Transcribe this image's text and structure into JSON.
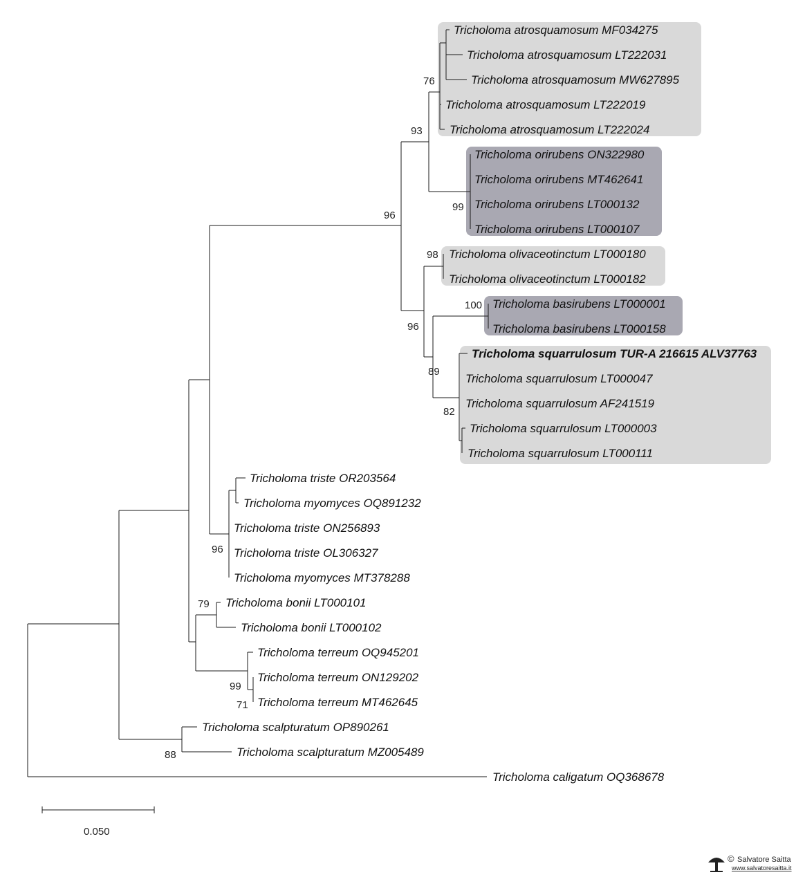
{
  "colors": {
    "highlight_light": "#d9d9d9",
    "highlight_dark": "#a9a8b2",
    "branch": "#1a1a1a"
  },
  "taxa": [
    "Tricholoma atrosquamosum MF034275",
    "Tricholoma atrosquamosum LT222031",
    "Tricholoma atrosquamosum MW627895",
    "Tricholoma atrosquamosum LT222019",
    "Tricholoma atrosquamosum LT222024",
    "Tricholoma orirubens ON322980",
    "Tricholoma orirubens MT462641",
    "Tricholoma orirubens LT000132",
    "Tricholoma orirubens LT000107",
    "Tricholoma olivaceotinctum LT000180",
    "Tricholoma olivaceotinctum LT000182",
    "Tricholoma basirubens LT000001",
    "Tricholoma basirubens LT000158",
    "Tricholoma squarrulosum TUR-A 216615 ALV37763",
    "Tricholoma squarrulosum LT000047",
    "Tricholoma squarrulosum AF241519",
    "Tricholoma squarrulosum LT000003",
    "Tricholoma squarrulosum LT000111",
    "Tricholoma triste OR203564",
    "Tricholoma myomyces OQ891232",
    "Tricholoma triste ON256893",
    "Tricholoma triste OL306327",
    "Tricholoma myomyces MT378288",
    "Tricholoma bonii LT000101",
    "Tricholoma bonii LT000102",
    "Tricholoma terreum OQ945201",
    "Tricholoma terreum ON129202",
    "Tricholoma terreum MT462645",
    "Tricholoma scalpturatum OP890261",
    "Tricholoma scalpturatum MZ005489",
    "Tricholoma caligatum OQ368678"
  ],
  "highlighted_taxon": "Tricholoma squarrulosum TUR-A 216615 ALV37763",
  "support_values": [
    "76",
    "93",
    "99",
    "96",
    "98",
    "100",
    "96",
    "89",
    "82",
    "96",
    "79",
    "99",
    "71",
    "88"
  ],
  "scale_bar": {
    "label": "0.050",
    "value": 0.05
  },
  "watermark": {
    "name": "Salvatore Saitta",
    "url": "www.salvatoresaitta.it",
    "copyright_symbol": "©"
  }
}
